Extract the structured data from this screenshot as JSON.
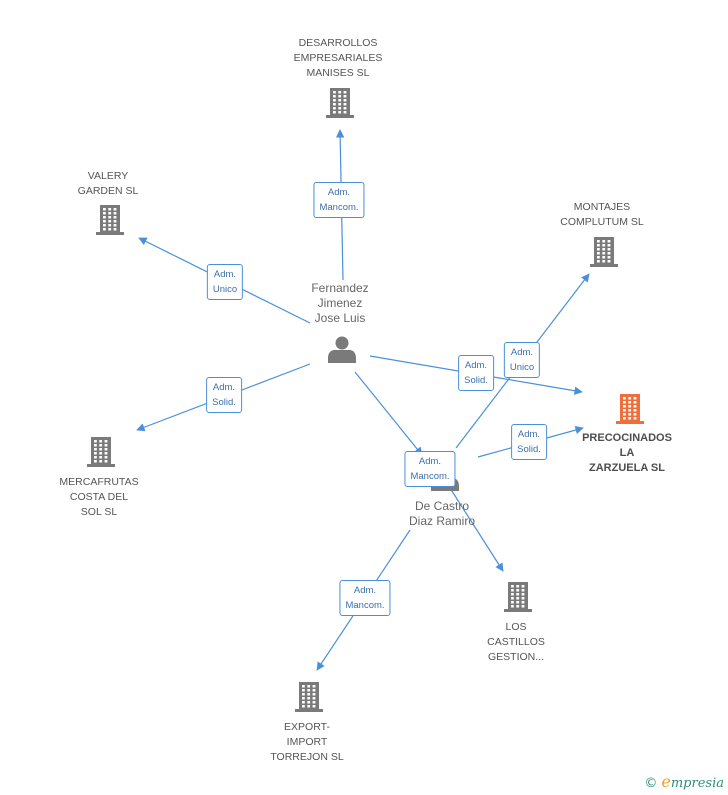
{
  "colors": {
    "edge": "#4a90d9",
    "company_icon": "#7a7a7a",
    "focus_icon": "#f06d3c",
    "person_icon": "#7a7a7a"
  },
  "persons": [
    {
      "id": "p1",
      "lines": [
        "Fernandez",
        "Jimenez",
        "Jose Luis"
      ],
      "icon": "person-icon"
    },
    {
      "id": "p2",
      "lines": [
        "De Castro",
        "Diaz Ramiro"
      ],
      "icon": "person-icon"
    }
  ],
  "companies": [
    {
      "id": "c1",
      "lines": [
        "DESARROLLOS",
        "EMPRESARIALES",
        "MANISES SL"
      ],
      "icon": "building-icon"
    },
    {
      "id": "c2",
      "lines": [
        "VALERY",
        "GARDEN SL"
      ],
      "icon": "building-icon"
    },
    {
      "id": "c3",
      "lines": [
        "MONTAJES",
        "COMPLUTUM SL"
      ],
      "icon": "building-icon"
    },
    {
      "id": "c4",
      "lines": [
        "PRECOCINADOS",
        "LA",
        "ZARZUELA SL"
      ],
      "icon": "building-icon",
      "focus": true
    },
    {
      "id": "c5",
      "lines": [
        "MERCAFRUTAS",
        "COSTA DEL",
        "SOL SL"
      ],
      "icon": "building-icon"
    },
    {
      "id": "c6",
      "lines": [
        "LOS",
        "CASTILLOS",
        "GESTION..."
      ],
      "icon": "building-icon"
    },
    {
      "id": "c7",
      "lines": [
        "EXPORT-",
        "IMPORT",
        "TORREJON SL"
      ],
      "icon": "building-icon"
    }
  ],
  "edges": [
    {
      "id": "e1",
      "from": "p1",
      "to": "c1",
      "lines": [
        "Adm.",
        "Mancom."
      ]
    },
    {
      "id": "e2",
      "from": "p1",
      "to": "c2",
      "lines": [
        "Adm.",
        "Unico"
      ]
    },
    {
      "id": "e3",
      "from": "p1",
      "to": "c5",
      "lines": [
        "Adm.",
        "Solid."
      ]
    },
    {
      "id": "e4",
      "from": "p1",
      "to": "c4",
      "lines": [
        "Adm.",
        "Solid."
      ]
    },
    {
      "id": "e5",
      "from": "p1",
      "to": "p2",
      "lines": [
        "Adm.",
        "Mancom."
      ]
    },
    {
      "id": "e6",
      "from": "p2",
      "to": "c3",
      "lines": [
        "Adm.",
        "Unico"
      ]
    },
    {
      "id": "e7",
      "from": "p2",
      "to": "c4",
      "lines": [
        "Adm.",
        "Solid."
      ]
    },
    {
      "id": "e8",
      "from": "p2",
      "to": "c7",
      "lines": [
        "Adm.",
        "Mancom."
      ]
    },
    {
      "id": "e9",
      "from": "p2",
      "to": "c6",
      "lines": []
    }
  ],
  "brand": {
    "copyright": "©",
    "initial": "e",
    "name": "mpresia"
  }
}
